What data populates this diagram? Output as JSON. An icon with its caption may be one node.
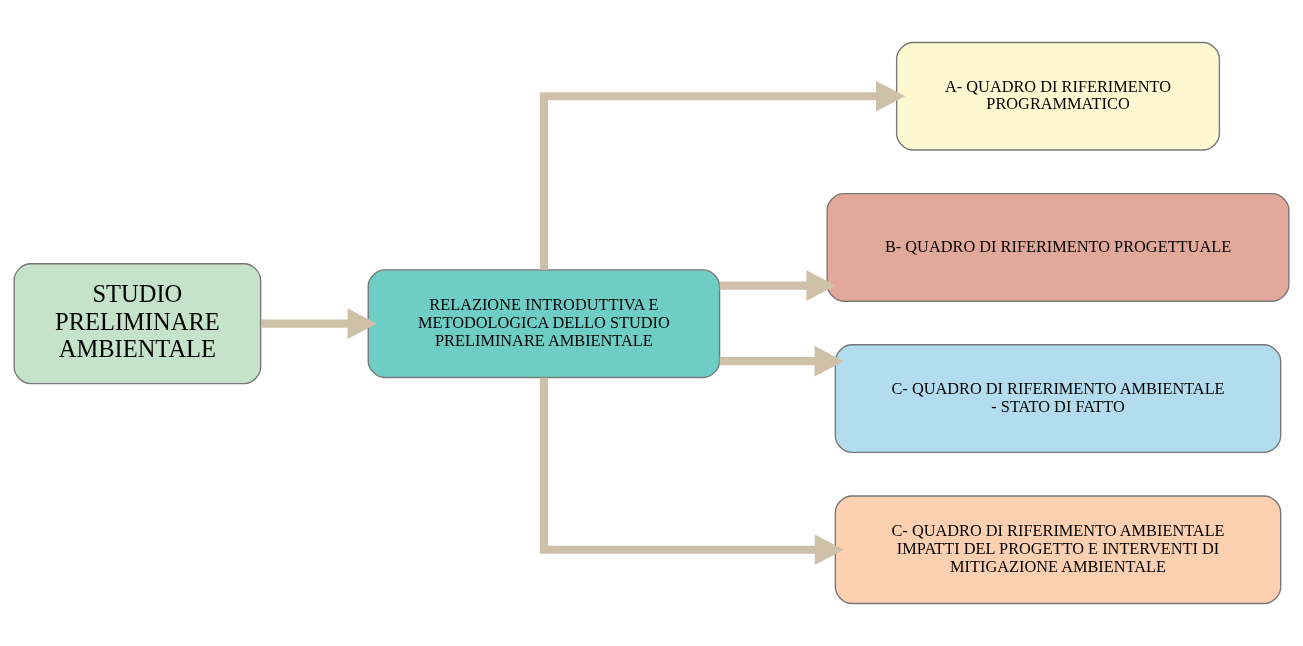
{
  "diagram": {
    "nodes": [
      {
        "text": [
          "STUDIO PRELIMINARE AMBIENTALE"
        ]
      },
      {
        "text": [
          "RELAZIONE INTRODUTTIVA E METODOLOGICA DELLO STUDIO PRELIMINARE AMBIENTALE"
        ]
      },
      {
        "text": [
          "A- QUADRO DI RIFERIMENTO PROGRAMMATICO"
        ]
      },
      {
        "text": [
          "B- QUADRO DI RIFERIMENTO PROGETTUALE"
        ]
      },
      {
        "text": [
          "C- QUADRO DI RIFERIMENTO AMBIENTALE - STATO DI FATTO"
        ]
      },
      {
        "text": [
          "C- QUADRO DI RIFERIMENTO AMBIENTALE IMPATTI DEL PROGETTO E INTERVENTI DI MITIGAZIONE AMBIENTALE"
        ]
      }
    ],
    "edges": [
      {
        "from": 0,
        "to": 1,
        "arrow": "to"
      },
      {
        "from": 1,
        "to": 2,
        "arrow": "to"
      },
      {
        "from": 1,
        "to": 3,
        "arrow": "to"
      },
      {
        "from": 1,
        "to": 4,
        "arrow": "to"
      },
      {
        "from": 1,
        "to": 5,
        "arrow": "to"
      }
    ]
  }
}
